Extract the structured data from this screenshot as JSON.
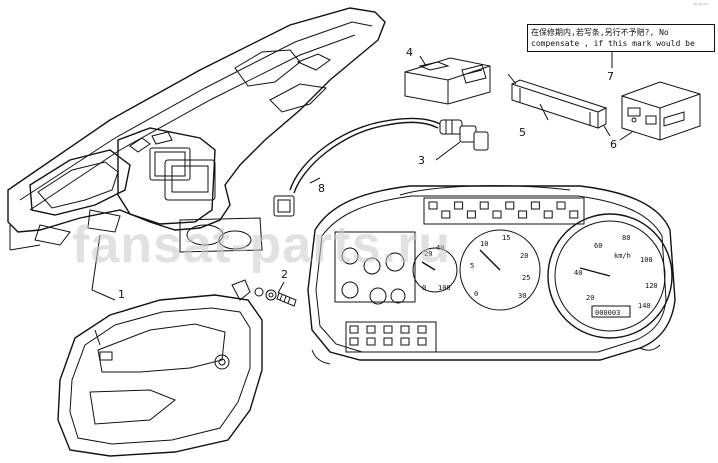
{
  "notice": {
    "text": "在保修期内,若写条,另行不予赔?, No compensate , if this mark would be mangled in guarantee time."
  },
  "corner_mark": "~~~",
  "watermark": "fansat-parts.ru",
  "callouts": [
    "1",
    "2",
    "3",
    "4",
    "5",
    "6",
    "7",
    "8"
  ],
  "gauges": {
    "speedo_ticks": [
      "20",
      "40",
      "60",
      "80",
      "100",
      "120",
      "140"
    ],
    "speedo_unit": "km/h",
    "odometer": "000003",
    "tacho_ticks": [
      "0",
      "5",
      "10",
      "15",
      "20",
      "25",
      "30"
    ],
    "small_gauge_ticks": [
      "0",
      "20",
      "40",
      "100"
    ]
  }
}
